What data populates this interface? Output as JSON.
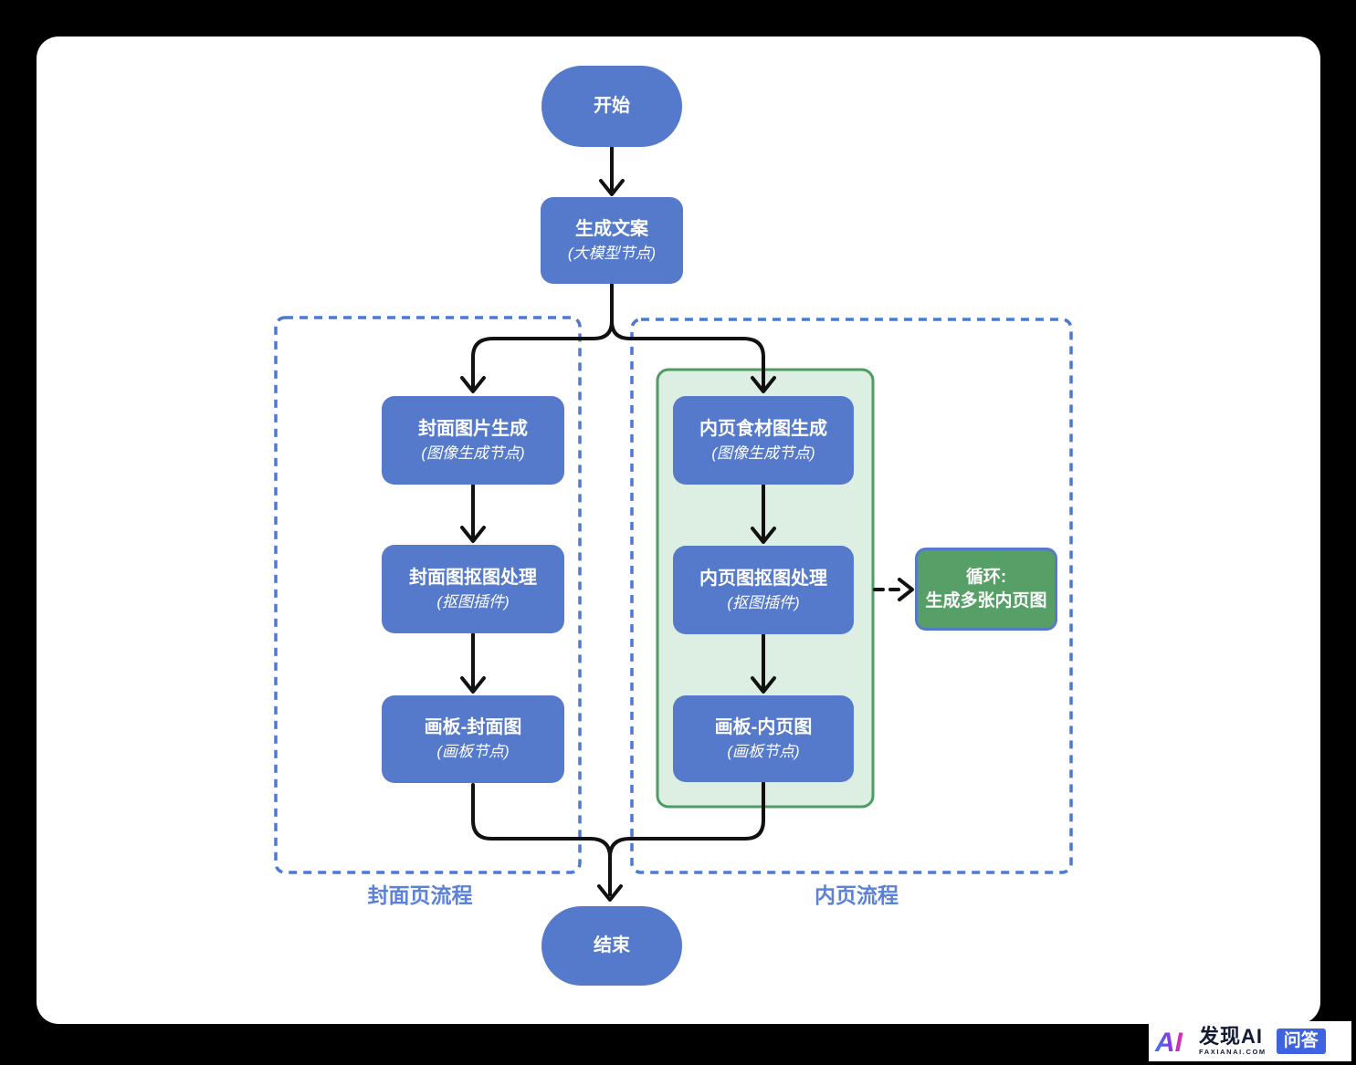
{
  "diagram": {
    "start": {
      "label": "开始"
    },
    "end": {
      "label": "结束"
    },
    "nodes": {
      "gen_copy": {
        "title": "生成文案",
        "subtitle": "(大模型节点)"
      },
      "cover_image_gen": {
        "title": "封面图片生成",
        "subtitle": "(图像生成节点)"
      },
      "cover_matting": {
        "title": "封面图抠图处理",
        "subtitle": "(抠图插件)"
      },
      "board_cover": {
        "title": "画板-封面图",
        "subtitle": "(画板节点)"
      },
      "inner_food_image_gen": {
        "title": "内页食材图生成",
        "subtitle": "(图像生成节点)"
      },
      "inner_matting": {
        "title": "内页图抠图处理",
        "subtitle": "(抠图插件)"
      },
      "board_inner": {
        "title": "画板-内页图",
        "subtitle": "(画板节点)"
      },
      "loop_note": {
        "line1": "循环:",
        "line2": "生成多张内页图"
      }
    },
    "groups": {
      "cover_flow": {
        "label": "封面页流程"
      },
      "inner_flow": {
        "label": "内页流程"
      }
    },
    "colors": {
      "node_blue": "#5579cb",
      "group_dash_blue": "#4d79d2",
      "loop_green": "#56a067",
      "container_green_fill": "#ddeee2",
      "container_green_border": "#4f9c63",
      "connector_black": "#111111",
      "label_blue": "#5b82d8"
    }
  },
  "watermark": {
    "logo_text": "AI",
    "brand": "发现AI",
    "domain": "FAXIANAI.COM",
    "badge": "问答"
  }
}
